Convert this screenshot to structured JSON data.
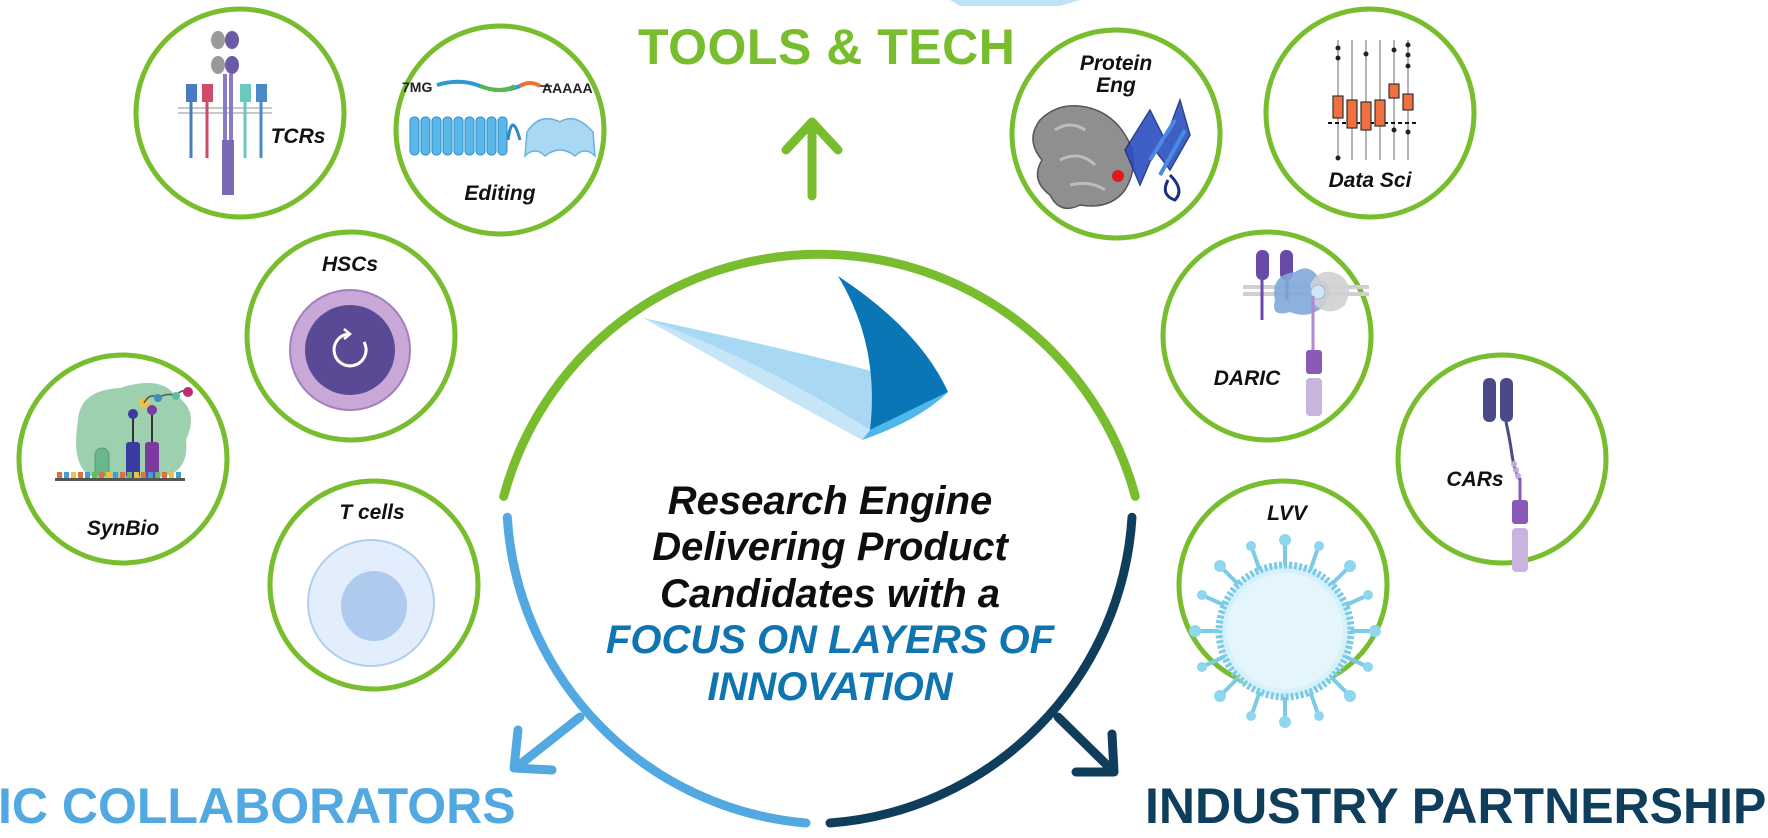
{
  "headings": {
    "tools": "TOOLS & TECH",
    "academic": "IC COLLABORATORS",
    "industry": "INDUSTRY PARTNERSHIPS"
  },
  "center": {
    "line1": "Research Engine",
    "line2": "Delivering Product",
    "line3": "Candidates with a",
    "highlight1": "FOCUS ON LAYERS OF",
    "highlight2": "INNOVATION"
  },
  "nodes": {
    "tcrs": "TCRs",
    "editing": "Editing",
    "editing_cap": "7MG",
    "editing_tail": "AAAAA",
    "hscs": "HSCs",
    "synbio": "SynBio",
    "tcells": "T cells",
    "protein_eng_1": "Protein",
    "protein_eng_2": "Eng",
    "data_sci": "Data Sci",
    "daric": "DARIC",
    "cars": "CARs",
    "lvv": "LVV"
  },
  "colors": {
    "ring_green": "#78bd2e",
    "academic_blue": "#52a8e0",
    "industry_navy": "#0f3d5c",
    "focus_blue": "#0f74b0"
  }
}
